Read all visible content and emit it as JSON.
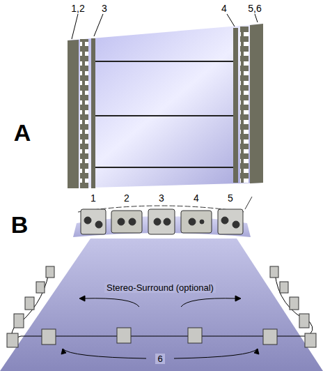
{
  "diagram": {
    "labels": [
      "1,2",
      "3",
      "4",
      "5,6",
      "A",
      "B",
      "1",
      "2",
      "3",
      "4",
      "5",
      "Stereo-Surround (optional)",
      "6"
    ]
  }
}
